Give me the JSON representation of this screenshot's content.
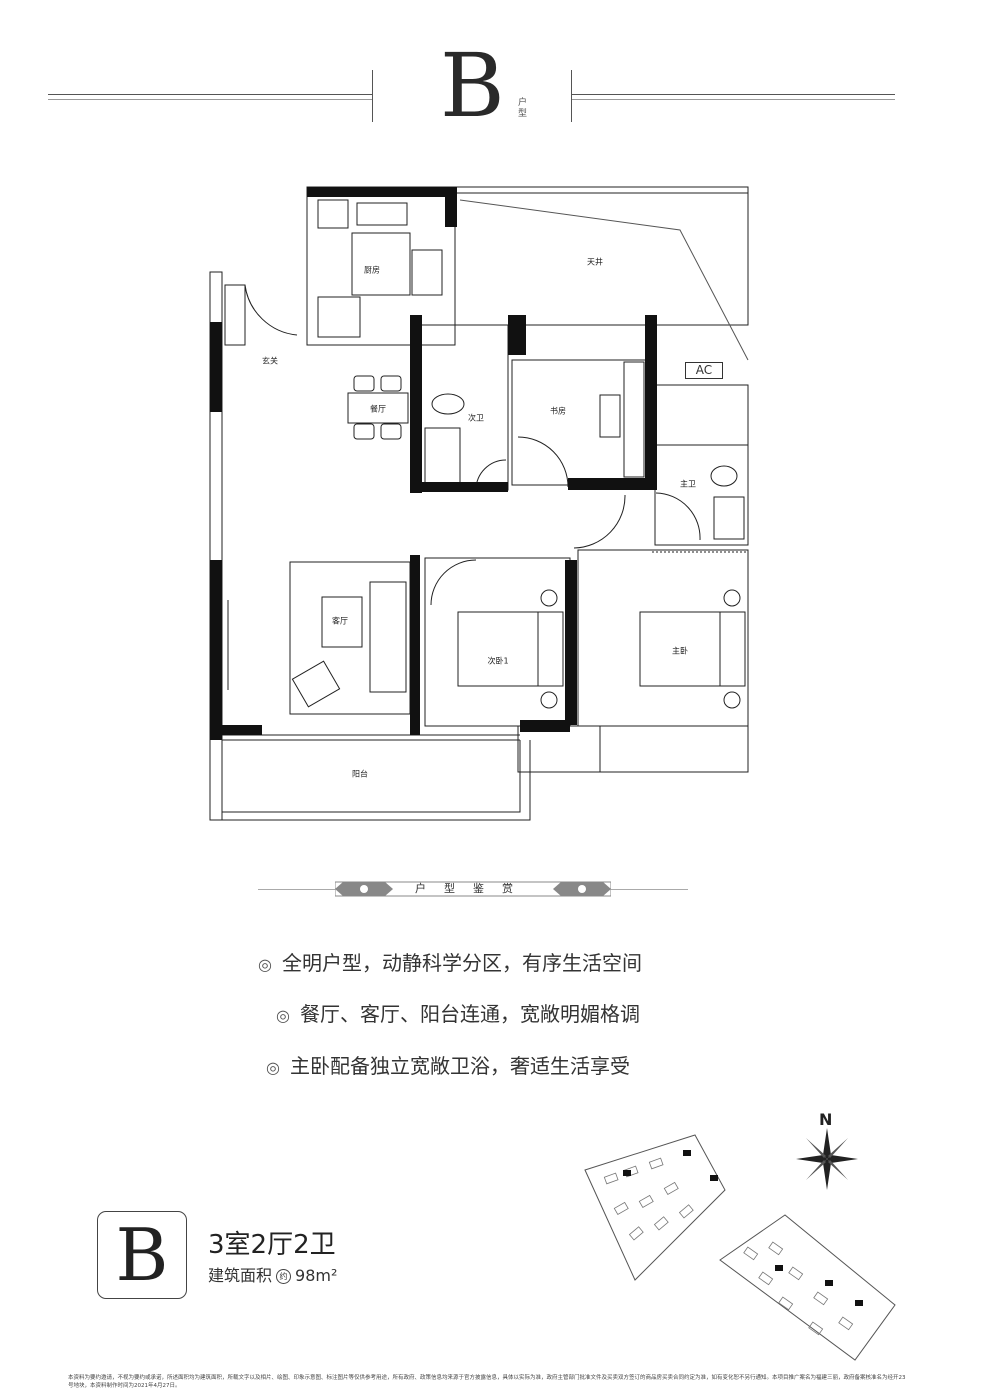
{
  "header": {
    "unit_letter": "B",
    "unit_tag": "户型"
  },
  "floor_plan": {
    "rooms": {
      "kitchen": "厨房",
      "light_well": "天井",
      "foyer": "玄关",
      "dining": "餐厅",
      "second_bath": "次卫",
      "study": "书房",
      "master_bath": "主卫",
      "living": "客厅",
      "second_bedroom": "次卧1",
      "master_bedroom": "主卧",
      "balcony": "阳台",
      "ac": "AC"
    }
  },
  "section_title": "户型鉴赏",
  "features": [
    "全明户型，动静科学分区，有序生活空间",
    "餐厅、客厅、阳台连通，宽敞明媚格调",
    "主卧配备独立宽敞卫浴，奢适生活享受"
  ],
  "feature_bullet": "◎",
  "summary": {
    "unit_letter": "B",
    "layout": "3室2厅2卫",
    "area_label": "建筑面积",
    "approx": "约",
    "area_value": "98m²"
  },
  "compass": {
    "north": "N"
  },
  "disclaimer": "本资料为要约邀请，不视为要约或承诺，所述面积均为建筑面积，所载文字以及相片、绘图、印象示意图、标注图片等仅供参考用途，所有政府、政策信息均来源于官方披露信息，具体以实际为准，政府主管部门批准文件及买卖双方签订的商品房买卖合同约定为准，如有变化恕不另行通知。本项目推广案名为福建三丽，政府备案核准名为经开23号地块，本资料制作时间为2021年4月27日。"
}
